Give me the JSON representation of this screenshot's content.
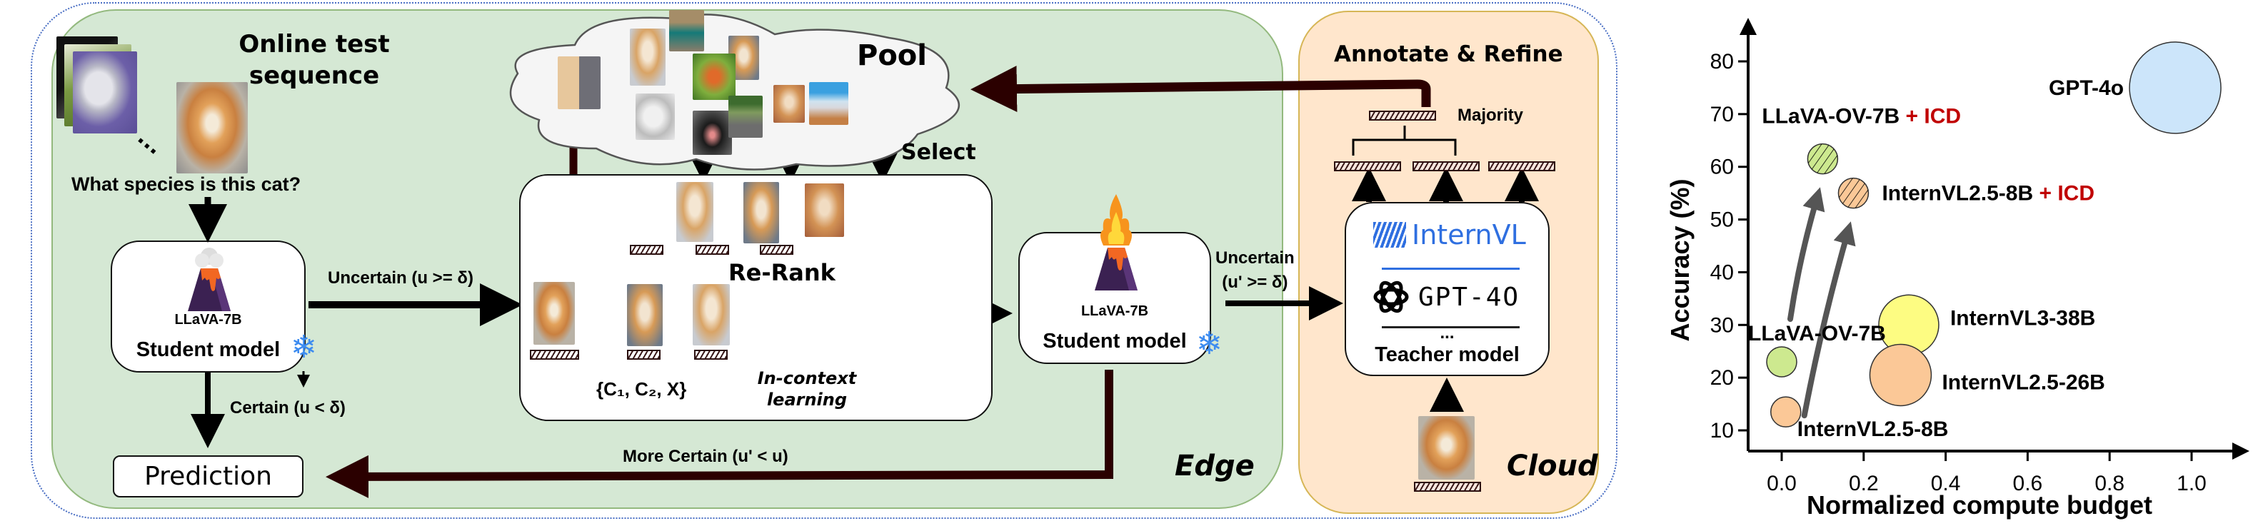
{
  "diagram": {
    "panels": {
      "edge_label": "Edge",
      "cloud_label": "Cloud"
    },
    "online_sequence": {
      "title_line1": "Online test",
      "title_line2": "sequence",
      "ellipsis": "...",
      "question": "What species is this cat?"
    },
    "student_model_1": {
      "model_name": "LLaVA-7B",
      "label": "Student model",
      "icon": "volcano-icon",
      "status_icon": "snowflake-icon"
    },
    "prediction": {
      "label": "Prediction"
    },
    "edges": {
      "uncertain": "Uncertain (u >= δ)",
      "certain": "Certain (u < δ)",
      "uncertain_prime_line1": "Uncertain",
      "uncertain_prime_line2": "(u' >= δ)",
      "more_certain": "More Certain (u' < u)"
    },
    "pool": {
      "label": "Pool",
      "select_label": "Select",
      "items": [
        "cat-pair",
        "cat-sitting",
        "car-green",
        "hummingbird",
        "cat-lying",
        "cat-white",
        "dog-black",
        "seagull",
        "cat-held",
        "car-white"
      ]
    },
    "icl": {
      "rerank_label": "Re-Rank",
      "set_label": "{C₁, C₂, X}",
      "caption_line1": "In-context",
      "caption_line2": "learning",
      "candidates": [
        "cat-sitting",
        "cat-lying",
        "cat-held"
      ],
      "reranked": [
        "query-cat",
        "cat-lying",
        "cat-sitting"
      ]
    },
    "student_model_2": {
      "model_name": "LLaVA-7B",
      "label": "Student model",
      "icon": "volcano-fire-icon",
      "status_icon": "snowflake-icon"
    },
    "annotate": {
      "title": "Annotate & Refine",
      "majority_label": "Majority"
    },
    "teacher_model": {
      "logo_1": "InternVL",
      "logo_2": "GPT-4O",
      "ellipsis": "...",
      "label": "Teacher model"
    },
    "colors": {
      "edge_panel": "#d5e8d4",
      "cloud_panel": "#ffe6cc",
      "dark_arrow": "#2b0000",
      "internvl_blue": "#2f6fe0",
      "icd_red": "#c00000"
    }
  },
  "chart_data": {
    "type": "scatter",
    "title": "",
    "xlabel": "Normalized compute budget",
    "ylabel": "Accuracy (%)",
    "xlim": [
      -0.08,
      1.05
    ],
    "ylim": [
      6,
      86
    ],
    "xticks": [
      "0.0",
      "0.2",
      "0.4",
      "0.6",
      "0.8",
      "1.0"
    ],
    "xtick_values": [
      0.0,
      0.2,
      0.4,
      0.6,
      0.8,
      1.0
    ],
    "yticks": [
      "10",
      "20",
      "30",
      "40",
      "50",
      "60",
      "70",
      "80"
    ],
    "ytick_values": [
      10,
      20,
      30,
      40,
      50,
      60,
      70,
      80
    ],
    "grid": false,
    "points": [
      {
        "name": "GPT-4o",
        "label": "GPT-4o",
        "suffix": "",
        "x": 0.96,
        "y": 75,
        "size": 64,
        "color": "#cce5fa",
        "hatched": false
      },
      {
        "name": "LLaVA-OV-7B + ICD",
        "label": "LLaVA-OV-7B",
        "suffix": "+ ICD",
        "x": 0.1,
        "y": 61.5,
        "size": 21,
        "color": "#cde98f",
        "hatched": true
      },
      {
        "name": "InternVL2.5-8B + ICD",
        "label": "InternVL2.5-8B",
        "suffix": "+ ICD",
        "x": 0.175,
        "y": 55,
        "size": 21,
        "color": "#fbc897",
        "hatched": true
      },
      {
        "name": "InternVL3-38B",
        "label": "InternVL3-38B",
        "suffix": "",
        "x": 0.31,
        "y": 30,
        "size": 42,
        "color": "#fdfc82",
        "hatched": false
      },
      {
        "name": "InternVL2.5-26B",
        "label": "InternVL2.5-26B",
        "suffix": "",
        "x": 0.29,
        "y": 20.5,
        "size": 43,
        "color": "#fbc897",
        "hatched": false
      },
      {
        "name": "LLaVA-OV-7B",
        "label": "LLaVA-OV-7B",
        "suffix": "",
        "x": 0.0,
        "y": 23,
        "size": 21,
        "color": "#cde98f",
        "hatched": false
      },
      {
        "name": "InternVL2.5-8B",
        "label": "InternVL2.5-8B",
        "suffix": "",
        "x": 0.01,
        "y": 13.5,
        "size": 21,
        "color": "#fbc897",
        "hatched": false
      }
    ],
    "arrows": [
      {
        "from": "LLaVA-OV-7B",
        "to": "LLaVA-OV-7B + ICD"
      },
      {
        "from": "InternVL2.5-8B",
        "to": "InternVL2.5-8B + ICD"
      }
    ]
  }
}
